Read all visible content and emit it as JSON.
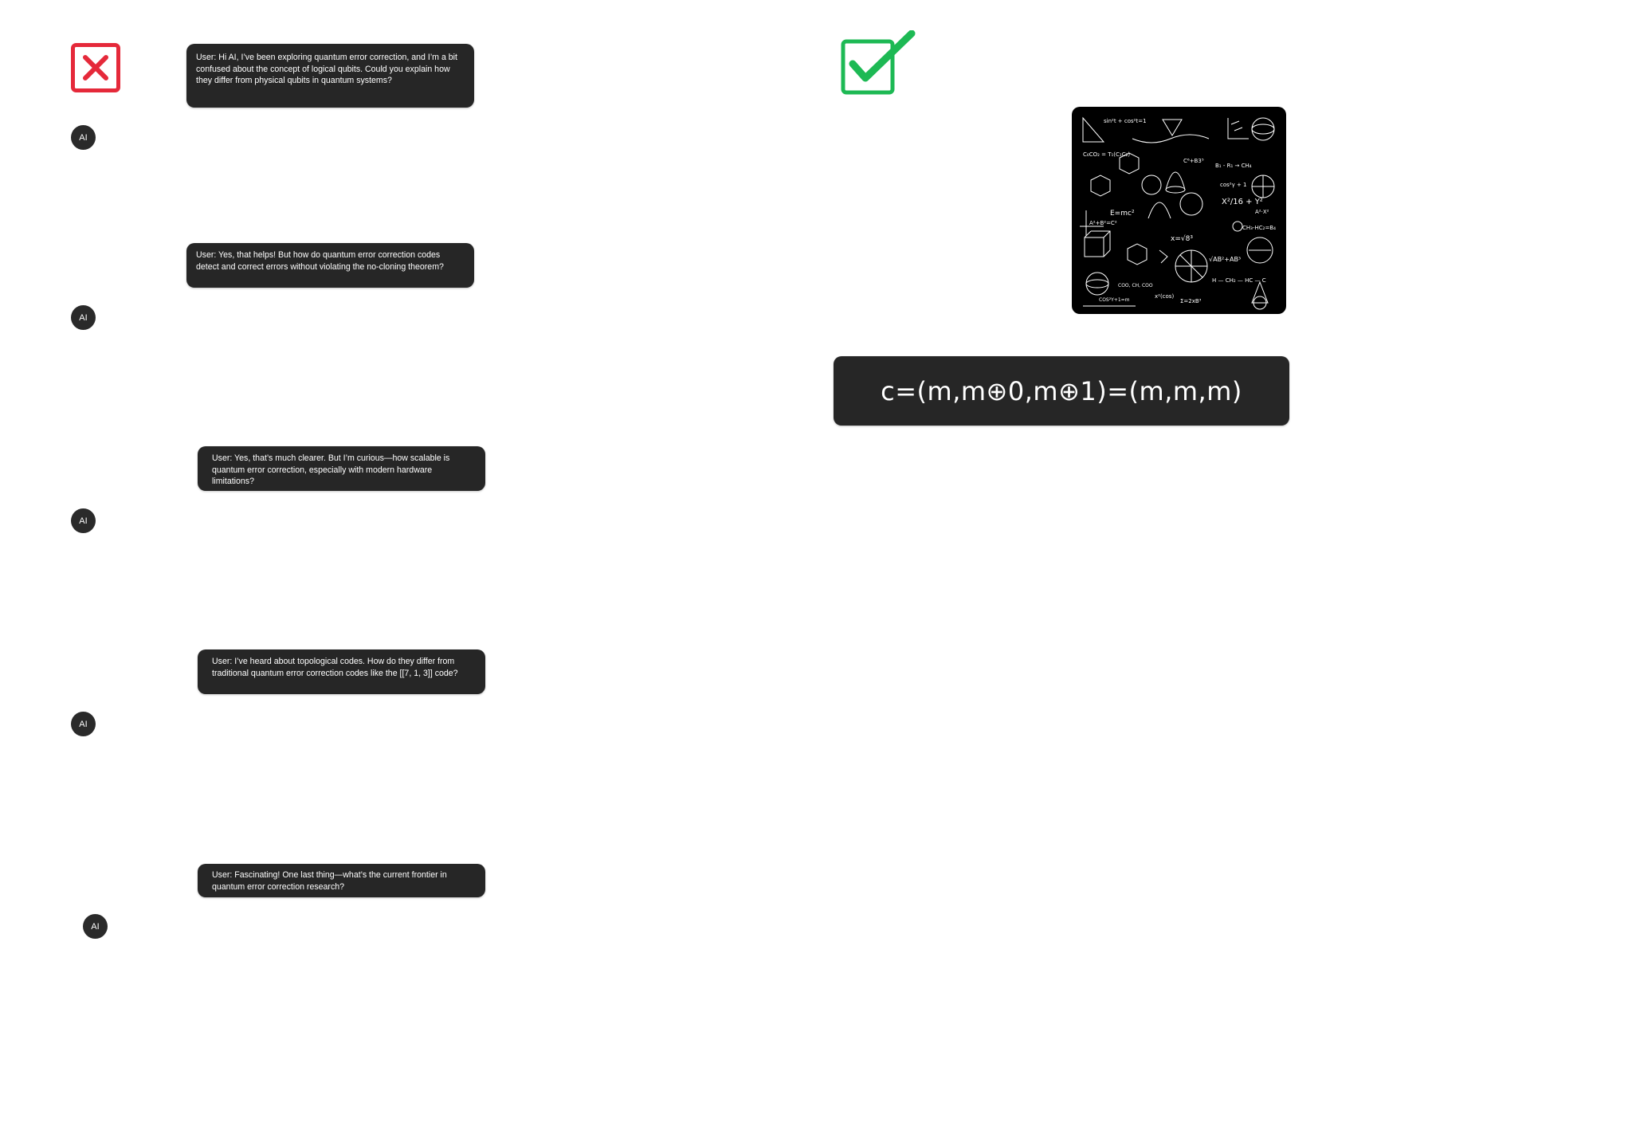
{
  "wrong_side": {
    "messages": [
      {
        "user": "User: Hi AI, I’ve been exploring quantum error correction, and I’m a bit confused about the concept of logical qubits. Could you explain how they differ from physical qubits in quantum systems?",
        "avatar": "AI"
      },
      {
        "user": "User: Yes, that helps! But how do quantum error correction codes detect and correct errors without violating the no-cloning theorem?",
        "avatar": "AI"
      },
      {
        "user": "User: Yes, that’s much clearer. But I’m curious—how scalable is quantum error correction, especially with modern hardware limitations?",
        "avatar": "AI"
      },
      {
        "user": "User: I’ve heard about topological codes. How do they differ from traditional quantum error correction codes like the [[7, 1, 3]] code?",
        "avatar": "AI"
      },
      {
        "user": "User: Fascinating! One last thing—what’s the current frontier in quantum error correction research?",
        "avatar": "AI"
      }
    ],
    "icon": "x-mark-icon",
    "icon_color": "#e5293a"
  },
  "right_side": {
    "icon": "check-mark-icon",
    "icon_color": "#1db954",
    "image": "chalkboard-formulas-image",
    "formula": "c=(m,m⊕0,m⊕1)=(m,m,m)"
  }
}
